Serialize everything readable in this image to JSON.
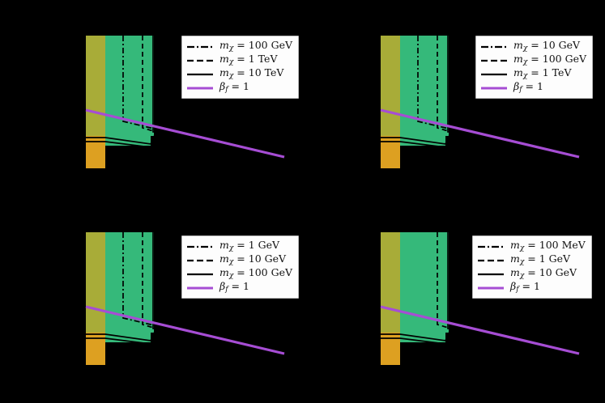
{
  "figure": {
    "background": "#000000",
    "n_panels": 4,
    "layout": "2x2 grid"
  },
  "colors": {
    "olive_band": "#a8ac38",
    "green_band": "#35b97a",
    "orange_band": "#dda021",
    "curve": "#000000",
    "beta_line": "#a64dd4",
    "legend_bg": "#fdfdfd",
    "legend_border": "#b8b8b8"
  },
  "chart_data": {
    "type": "line",
    "title": "",
    "xlabel": "",
    "ylabel": "",
    "grid": false,
    "legend_position": "upper right",
    "shared": {
      "shaded_bands": [
        {
          "name": "olive-band",
          "color": "#a8ac38",
          "x_start": 0.0,
          "x_end": 0.098,
          "y_bottom": 0.0,
          "y_top": 1.0
        },
        {
          "name": "green-band",
          "color": "#35b97a",
          "x_start": 0.098,
          "x_end": 0.343,
          "y_bottom": 0.0,
          "y_top": 1.0
        },
        {
          "name": "orange-band",
          "color": "#dda021",
          "x_start": 0.0,
          "x_end": 0.098,
          "y_bottom": -0.6,
          "y_top": 0.0
        }
      ],
      "beta_line": {
        "label": "beta_f = 1",
        "color": "#a64dd4",
        "x": [
          0.0,
          1.0
        ],
        "y": [
          0.6,
          -0.11
        ]
      }
    },
    "panels": [
      {
        "id": "top-left",
        "position": "top-left",
        "legend": [
          {
            "label": "m_chi = 100 GeV",
            "style": "dashdot",
            "color": "#000000"
          },
          {
            "label": "m_chi = 1 TeV",
            "style": "dashed",
            "color": "#000000"
          },
          {
            "label": "m_chi = 10 TeV",
            "style": "solid",
            "color": "#000000"
          },
          {
            "label": "beta_f = 1",
            "style": "solid",
            "color": "#a64dd4"
          }
        ],
        "curves": [
          {
            "name": "m_chi = 100 GeV",
            "style": "dashdot",
            "vertical_x": 0.188,
            "plateau_y": 0.455,
            "knee_x": 0.188,
            "end_x": 0.345,
            "end_y": 0.315
          },
          {
            "name": "m_chi = 1 TeV",
            "style": "dashed",
            "vertical_x": 0.287,
            "plateau_y": 0.375,
            "knee_x": 0.287,
            "end_x": 0.345,
            "end_y": 0.318
          },
          {
            "name": "m_chi = 10 TeV",
            "style": "solid",
            "vertical_x": 0.34,
            "plateau_y": 0.23,
            "knee_x": 0.34,
            "end_x": 0.36,
            "end_y": 0.17
          }
        ]
      },
      {
        "id": "top-right",
        "position": "top-right",
        "legend": [
          {
            "label": "m_chi = 10 GeV",
            "style": "dashdot",
            "color": "#000000"
          },
          {
            "label": "m_chi = 100 GeV",
            "style": "dashed",
            "color": "#000000"
          },
          {
            "label": "m_chi = 1 TeV",
            "style": "solid",
            "color": "#000000"
          },
          {
            "label": "beta_f = 1",
            "style": "solid",
            "color": "#a64dd4"
          }
        ],
        "curves": [
          {
            "name": "m_chi = 10 GeV",
            "style": "dashdot",
            "vertical_x": 0.188,
            "plateau_y": 0.455,
            "knee_x": 0.188,
            "end_x": 0.345,
            "end_y": 0.315
          },
          {
            "name": "m_chi = 100 GeV",
            "style": "dashed",
            "vertical_x": 0.287,
            "plateau_y": 0.375,
            "knee_x": 0.287,
            "end_x": 0.345,
            "end_y": 0.318
          },
          {
            "name": "m_chi = 1 TeV",
            "style": "solid",
            "vertical_x": 0.34,
            "plateau_y": 0.23,
            "knee_x": 0.34,
            "end_x": 0.36,
            "end_y": 0.17
          }
        ]
      },
      {
        "id": "bottom-left",
        "position": "bottom-left",
        "legend": [
          {
            "label": "m_chi = 1 GeV",
            "style": "dashdot",
            "color": "#000000"
          },
          {
            "label": "m_chi = 10 GeV",
            "style": "dashed",
            "color": "#000000"
          },
          {
            "label": "m_chi = 100 GeV",
            "style": "solid",
            "color": "#000000"
          },
          {
            "label": "beta_f = 1",
            "style": "solid",
            "color": "#a64dd4"
          }
        ],
        "curves": [
          {
            "name": "m_chi = 1 GeV",
            "style": "dashdot",
            "vertical_x": 0.188,
            "plateau_y": 0.455,
            "knee_x": 0.188,
            "end_x": 0.345,
            "end_y": 0.315
          },
          {
            "name": "m_chi = 10 GeV",
            "style": "dashed",
            "vertical_x": 0.287,
            "plateau_y": 0.375,
            "knee_x": 0.287,
            "end_x": 0.345,
            "end_y": 0.318
          },
          {
            "name": "m_chi = 100 GeV",
            "style": "solid",
            "vertical_x": 0.34,
            "plateau_y": 0.23,
            "knee_x": 0.34,
            "end_x": 0.36,
            "end_y": 0.17
          }
        ]
      },
      {
        "id": "bottom-right",
        "position": "bottom-right",
        "legend": [
          {
            "label": "m_chi = 100 MeV",
            "style": "dashdot",
            "color": "#000000"
          },
          {
            "label": "m_chi = 1 GeV",
            "style": "dashed",
            "color": "#000000"
          },
          {
            "label": "m_chi = 10 GeV",
            "style": "solid",
            "color": "#000000"
          },
          {
            "label": "beta_f = 1",
            "style": "solid",
            "color": "#a64dd4"
          }
        ],
        "curves": [
          {
            "name": "m_chi = 1 GeV",
            "style": "dashed",
            "vertical_x": 0.287,
            "plateau_y": 0.375,
            "knee_x": 0.287,
            "end_x": 0.345,
            "end_y": 0.318
          },
          {
            "name": "m_chi = 10 GeV",
            "style": "solid",
            "vertical_x": 0.34,
            "plateau_y": 0.23,
            "knee_x": 0.34,
            "end_x": 0.36,
            "end_y": 0.17
          }
        ]
      }
    ]
  }
}
